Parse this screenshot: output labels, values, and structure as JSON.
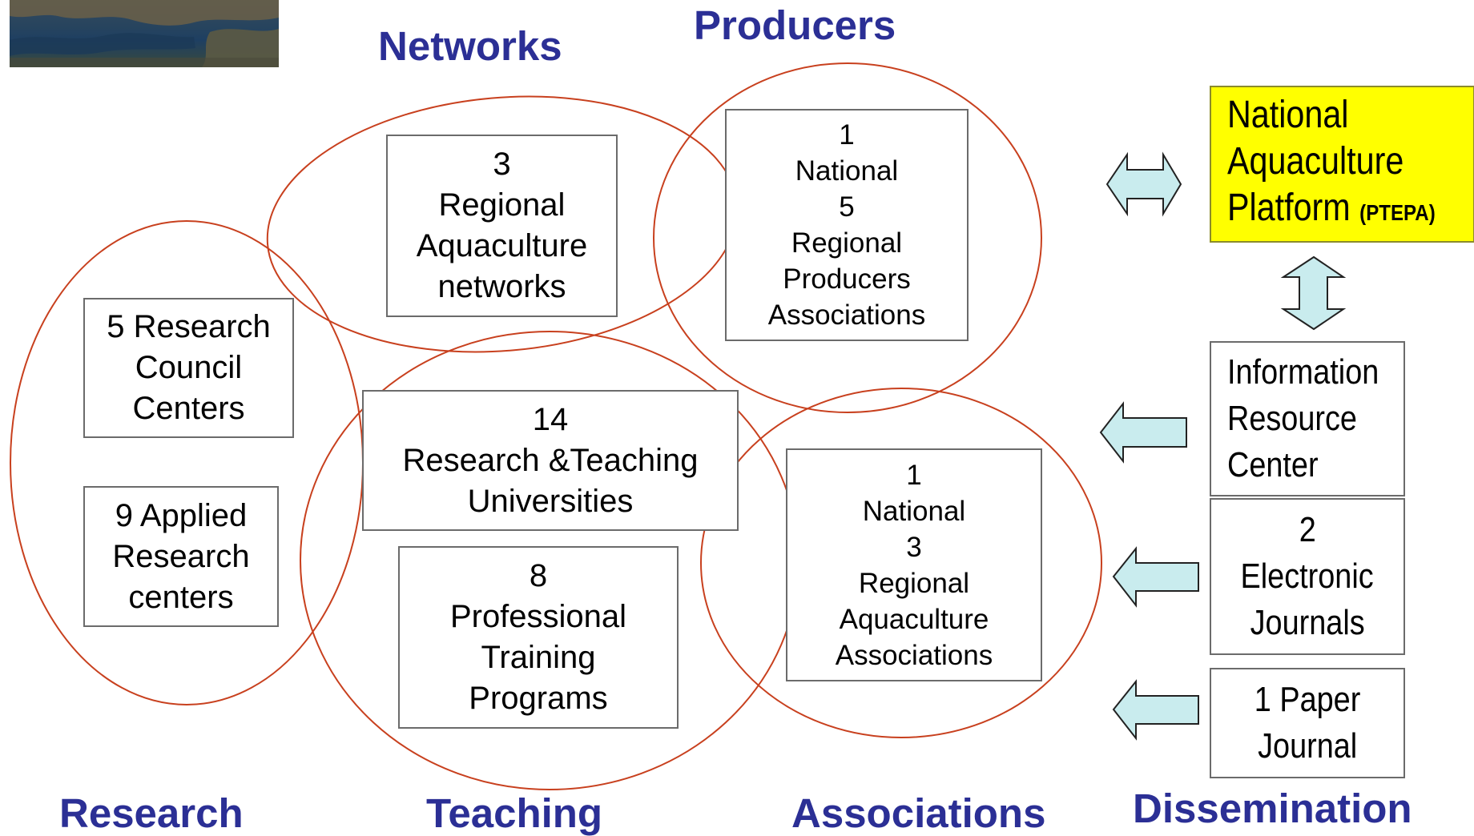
{
  "categories": {
    "networks": "Networks",
    "producers": "Producers",
    "research": "Research",
    "teaching": "Teaching",
    "associations": "Associations",
    "dissemination": "Dissemination"
  },
  "boxes": {
    "networks": [
      "3",
      "Regional",
      "Aquaculture",
      "networks"
    ],
    "producers": [
      "1",
      "National",
      "5",
      "Regional",
      "Producers",
      "Associations"
    ],
    "research_council": [
      "5 Research",
      "Council",
      "Centers"
    ],
    "applied_research": [
      "9 Applied",
      "Research",
      "centers"
    ],
    "universities": [
      "14",
      "Research &Teaching",
      "Universities"
    ],
    "training": [
      "8",
      "Professional",
      "Training",
      "Programs"
    ],
    "associations": [
      "1",
      "National",
      "3",
      "Regional",
      "Aquaculture",
      "Associations"
    ]
  },
  "dissemination": {
    "platform": [
      "National",
      "Aquaculture",
      "Platform"
    ],
    "platform_acronym": "(PTEPA)",
    "info_center": [
      "Information",
      "Resource",
      "Center"
    ],
    "electronic_journals": [
      "2",
      "Electronic",
      "Journals"
    ],
    "paper_journal": [
      "1 Paper",
      "Journal"
    ]
  },
  "colors": {
    "category_text": "#2b2f95",
    "ellipse_stroke": "#c8401e",
    "platform_fill": "#ffff00",
    "arrow_fill": "#c9ecee"
  }
}
